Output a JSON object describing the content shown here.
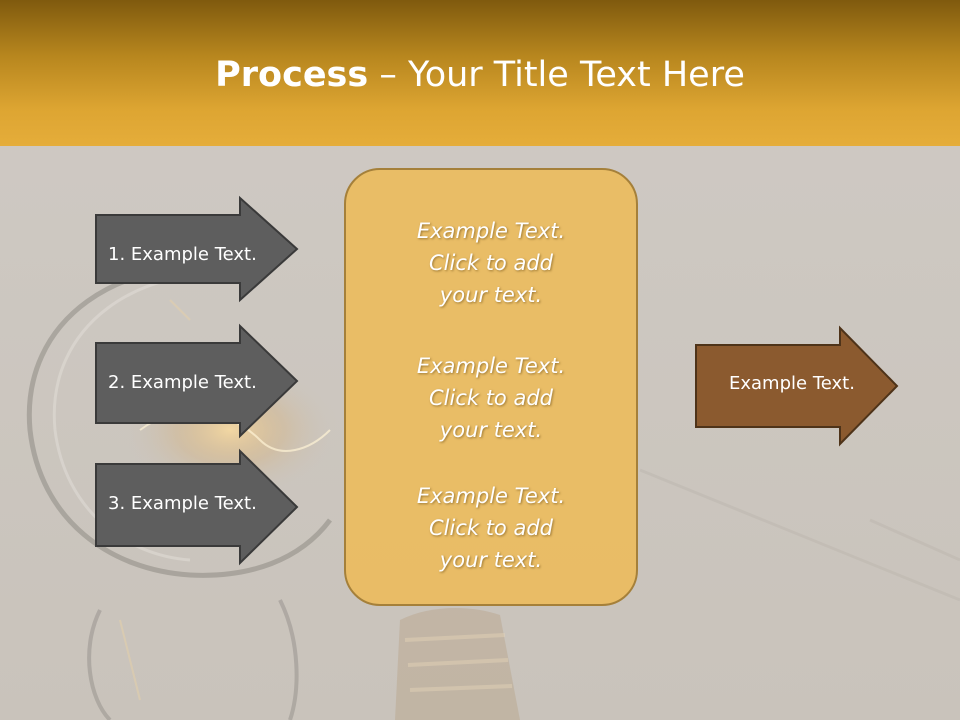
{
  "title": {
    "bold": "Process",
    "rest": " – Your Title Text Here"
  },
  "left_arrows": [
    {
      "label": "1. Example Text."
    },
    {
      "label": "2. Example Text."
    },
    {
      "label": "3. Example Text."
    }
  ],
  "center_box": {
    "paragraphs": [
      {
        "lines": [
          "Example Text.",
          "Click  to add",
          "your text."
        ]
      },
      {
        "lines": [
          "Example Text.",
          "Click  to add",
          "your text."
        ]
      },
      {
        "lines": [
          "Example Text.",
          "Click  to add",
          "your text."
        ]
      }
    ]
  },
  "right_arrow": {
    "label": "Example Text."
  },
  "colors": {
    "header_top": "#7f5a0e",
    "header_bottom": "#e5ad3a",
    "gray_arrow": "#5e5e5e",
    "brown_arrow": "#8b5a2f",
    "box_fill": "#ecbb5c"
  }
}
